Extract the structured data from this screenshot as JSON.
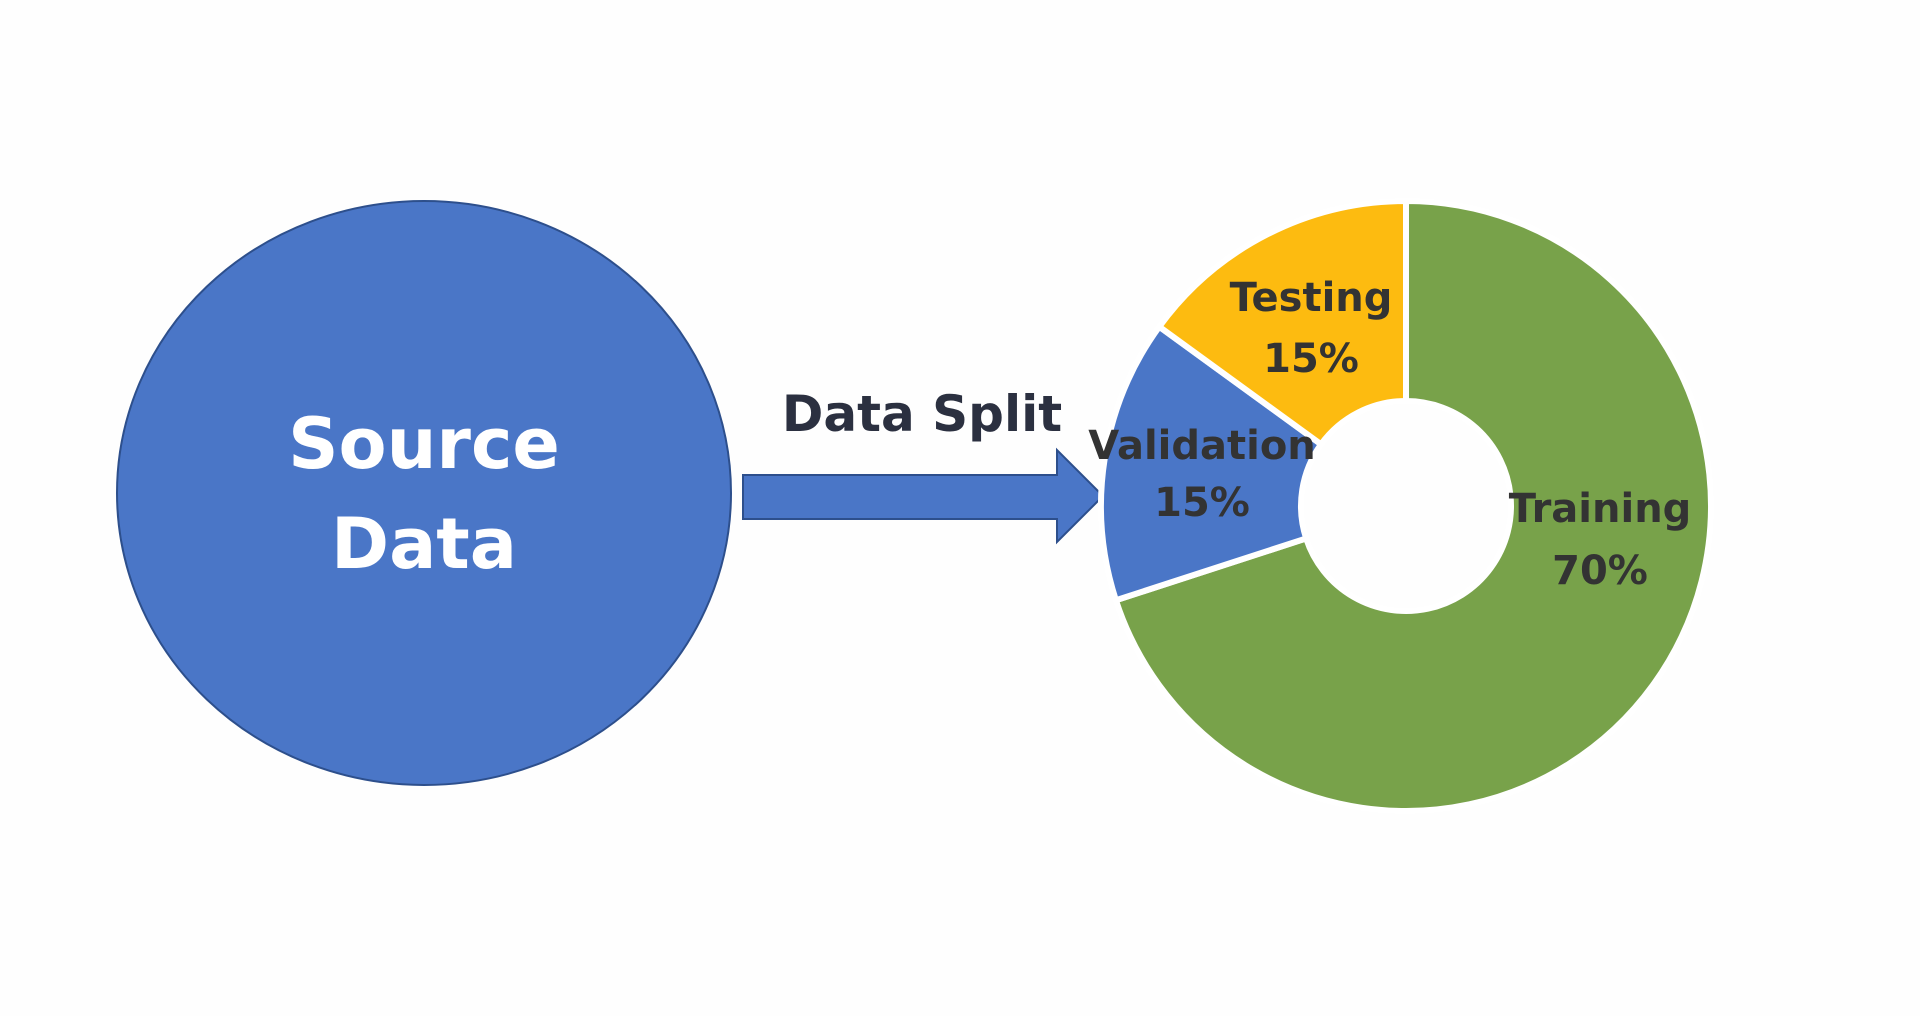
{
  "source": {
    "line1": "Source",
    "line2": "Data",
    "color": "#4a76c7",
    "stroke": "#2d4f8c"
  },
  "arrow": {
    "label": "Data Split",
    "color": "#4a76c7",
    "stroke": "#2d4f8c"
  },
  "chart_data": {
    "type": "pie",
    "slices": [
      {
        "name": "Training",
        "percent_label": "70%",
        "value": 70,
        "color": "#78a24a"
      },
      {
        "name": "Validation",
        "percent_label": "15%",
        "value": 15,
        "color": "#4a76c7"
      },
      {
        "name": "Testing",
        "percent_label": "15%",
        "value": 15,
        "color": "#fdbb10"
      }
    ]
  }
}
